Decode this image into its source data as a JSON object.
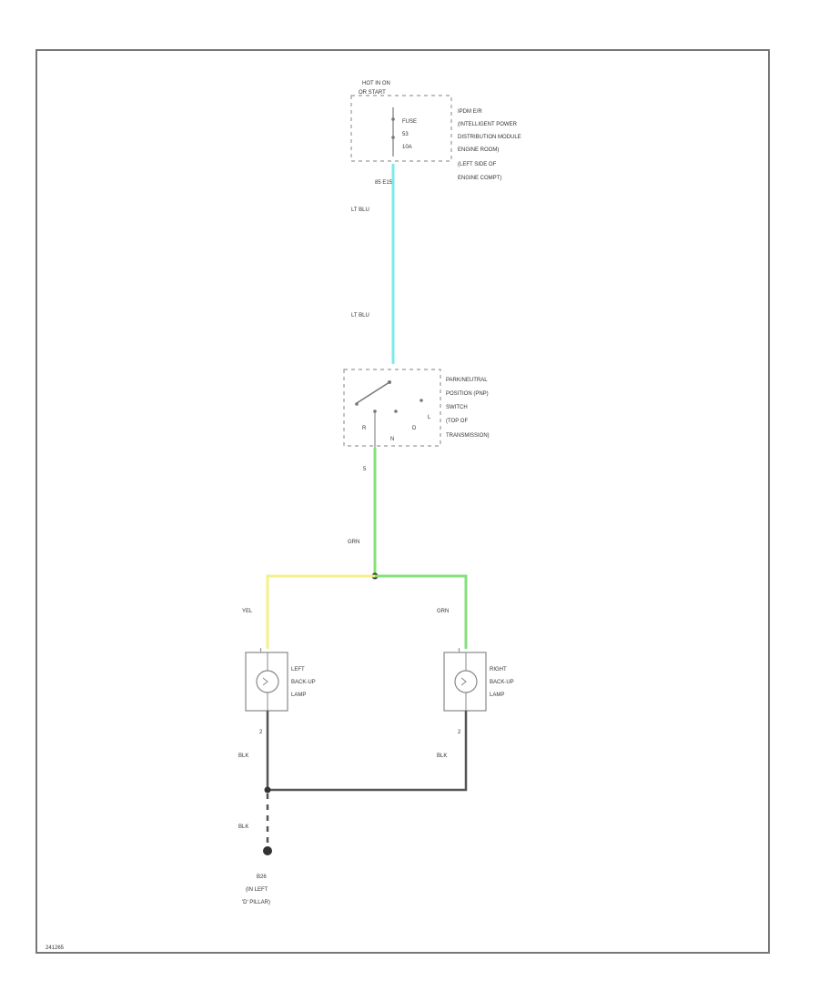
{
  "diagram": {
    "power": {
      "header_lines": [
        "HOT IN ON",
        "OR START"
      ],
      "fuse_lines": [
        "FUSE",
        "53",
        "10A"
      ],
      "desc_lines": [
        "IPDM E/R",
        "(INTELLIGENT POWER",
        "DISTRIBUTION MODULE",
        "ENGINE ROOM)",
        "(LEFT SIDE OF",
        "ENGINE COMPT)"
      ],
      "pin_label": "85  E15"
    },
    "wires": {
      "ltblu_top": "LT BLU",
      "ltblu_bottom": "LT BLU",
      "pnp_out_pin": "5",
      "grn_main": "GRN",
      "yel_left": "YEL",
      "grn_right": "GRN",
      "blk_left": "BLK",
      "blk_right": "BLK",
      "blk_ground": "BLK"
    },
    "switch": {
      "desc_lines": [
        "PARK/NEUTRAL",
        "POSITION (PNP)",
        "SWITCH",
        "(TOP OF",
        "TRANSMISSION)"
      ],
      "positions": [
        "R",
        "N",
        "D",
        "L"
      ],
      "pin_label": "5"
    },
    "left_lamp": {
      "desc_lines": [
        "LEFT",
        "BACK-UP",
        "LAMP"
      ],
      "pin_top": "1",
      "pin_bottom": "2"
    },
    "right_lamp": {
      "desc_lines": [
        "RIGHT",
        "BACK-UP",
        "LAMP"
      ],
      "pin_top": "1",
      "pin_bottom": "2"
    },
    "ground": {
      "desc_lines": [
        "B26",
        "(IN LEFT",
        "'D' PILLAR)"
      ]
    },
    "footer_code": "241265",
    "colors": {
      "lt_blu_wire": "#7fe8ee",
      "grn_wire": "#86e07a",
      "yel_wire": "#f5f08a",
      "blk_wire": "#555555",
      "frame": "#777777"
    }
  }
}
